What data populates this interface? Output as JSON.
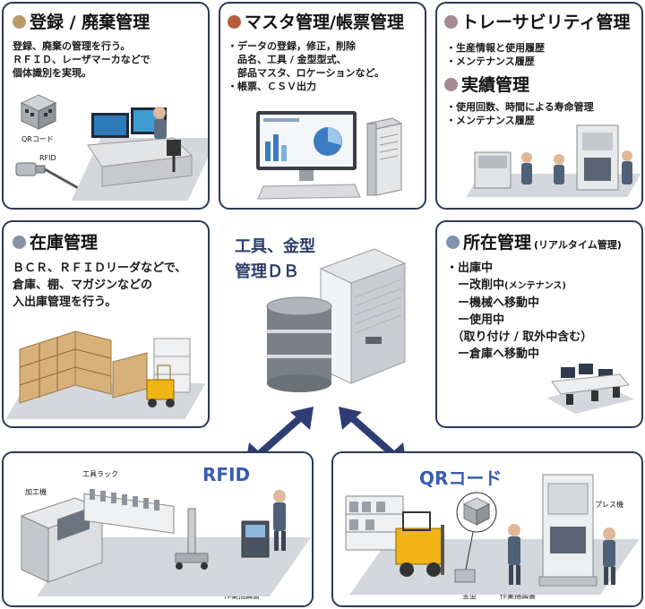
{
  "colors": {
    "border": "#2b3a57",
    "dot_register": "#b89a6a",
    "dot_master": "#b5603a",
    "dot_trace": "#a58a96",
    "dot_inventory": "#8a92a6",
    "dot_location": "#8193ad",
    "arrow": "#2f3d75",
    "db_text": "#2c3e6b",
    "tag_text": "#3a5cb0"
  },
  "register": {
    "title": "登録 / 廃棄管理",
    "lines": [
      "登録、廃棄の管理を行う。",
      "ＲＦＩＤ、レーザマーカなどで",
      "個体識別を実現。"
    ],
    "qr_label": "QRコード",
    "rfid_label": "RFID"
  },
  "master": {
    "title": "マスタ管理/帳票管理",
    "lines": [
      "・データの登録，修正，削除",
      "　品名、工具 / 金型型式、",
      "　部品マスタ、ロケーションなど。",
      "・帳票、ＣＳＶ出力"
    ]
  },
  "trace": {
    "title": "トレーサビリティ管理",
    "lines": [
      "・生産情報と使用履歴",
      "・メンテナンス履歴"
    ],
    "title2": "実績管理",
    "lines2": [
      "・使用回数、時間による寿命管理",
      "・メンテナンス履歴"
    ]
  },
  "inventory": {
    "title": "在庫管理",
    "lines": [
      "ＢＣＲ、ＲＦＩＤリーダなどで、",
      "倉庫、棚、マガジンなどの",
      "入出庫管理を行う。"
    ]
  },
  "db": {
    "line1": "工具、金型",
    "line2": "管理ＤＢ"
  },
  "location": {
    "title": "所在管理",
    "subtitle": "(リアルタイム管理)",
    "lines": [
      "・出庫中",
      "　ー改削中",
      "　ー機械へ移動中",
      "　ー使用中",
      "　（取り付け / 取外中含む）",
      "　ー倉庫へ移動中"
    ],
    "maint_note": "(メンテナンス)"
  },
  "rfid_scene": {
    "tag": "RFID",
    "machine_label": "加工機",
    "rack_label": "工具ラック",
    "doc_label": "作業指図書"
  },
  "qr_scene": {
    "tag": "QRコード",
    "press_label": "プレス機",
    "die_label": "金型",
    "doc_label": "作業指図書"
  }
}
